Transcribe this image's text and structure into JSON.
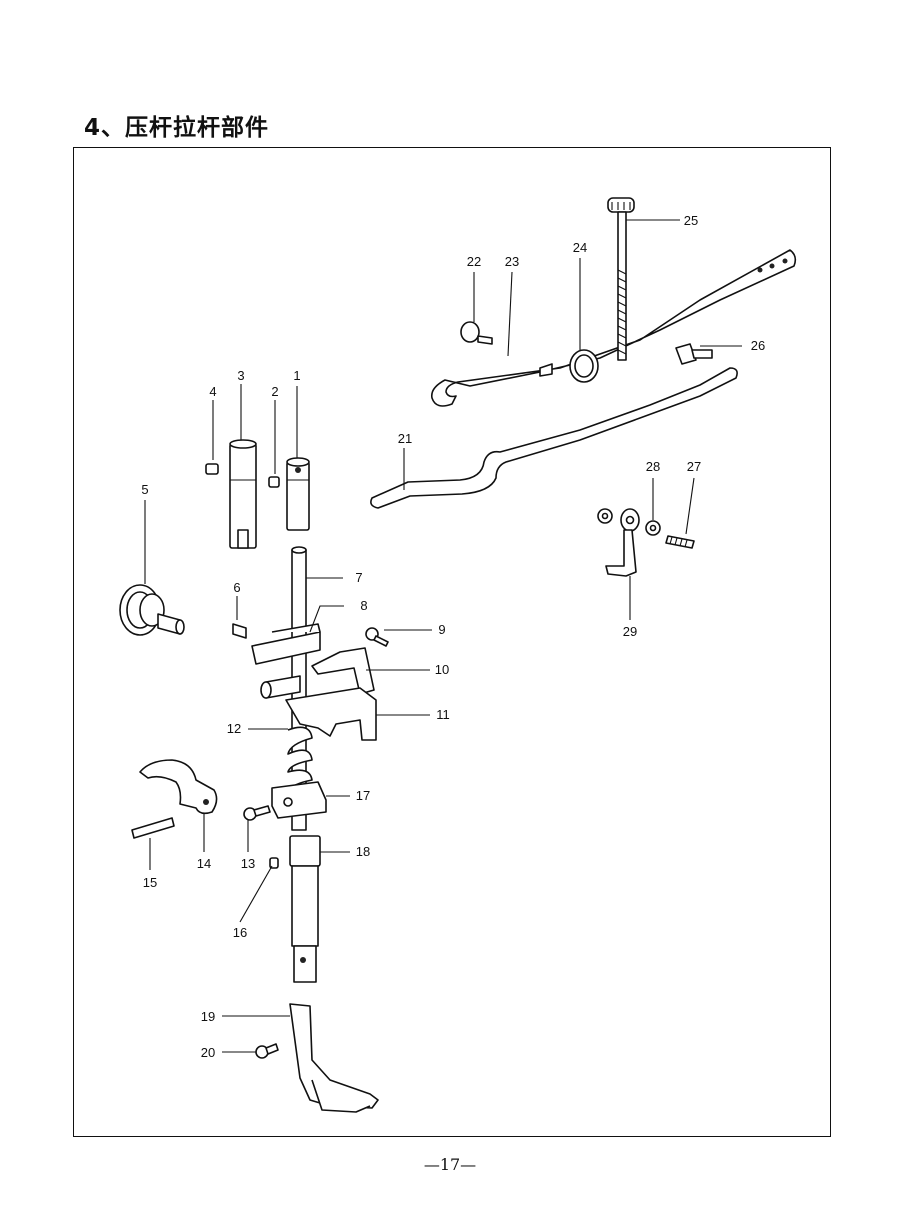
{
  "page": {
    "section_title": "4、压杆拉杆部件",
    "page_number": "—17—"
  },
  "callouts": [
    "1",
    "2",
    "3",
    "4",
    "5",
    "6",
    "7",
    "8",
    "9",
    "10",
    "11",
    "12",
    "13",
    "14",
    "15",
    "16",
    "17",
    "18",
    "19",
    "20",
    "21",
    "22",
    "23",
    "24",
    "25",
    "26",
    "27",
    "28",
    "29"
  ]
}
